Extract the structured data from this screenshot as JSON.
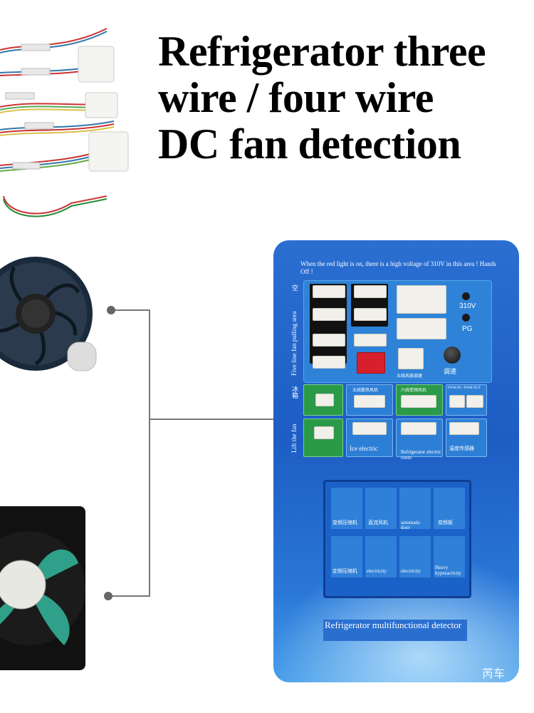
{
  "headline": {
    "line1": "Refrigerator three",
    "line2": "wire / four wire",
    "line3": "DC fan detection"
  },
  "panel": {
    "warning": "When the red light is on, there is a high voltage of 310V in this area ! Hands Off !",
    "side_label_top": "Five line fan pulling area",
    "side_label_cn_top": "空",
    "side_label_mid": "Lift the fan",
    "side_label_cn_mid": "冰箱",
    "voltage_label": "310V",
    "pg_label": "PG",
    "speed_label": "调速",
    "sub_label_left": "五线风扇调速",
    "cells_row1": [
      "",
      "五线散热风机",
      "六线变频风机",
      "PWM IN / FWM OUT"
    ],
    "cells_row2": [
      "",
      "Ice electric",
      "Refrigerator electric room",
      "温度传感器"
    ],
    "screen_tiles": [
      "变频压缩机",
      "直流风机",
      "automatic door",
      "变频板",
      "定频压缩机",
      "electricity",
      "electricity",
      "Heavy hyperactivity"
    ],
    "detector_label": "Refrigerator multifunctional detector",
    "watermark": "芮车"
  },
  "colors": {
    "panel_blue": "#1d5dc4",
    "green_cell": "#2a9a48",
    "headline": "#000000"
  }
}
